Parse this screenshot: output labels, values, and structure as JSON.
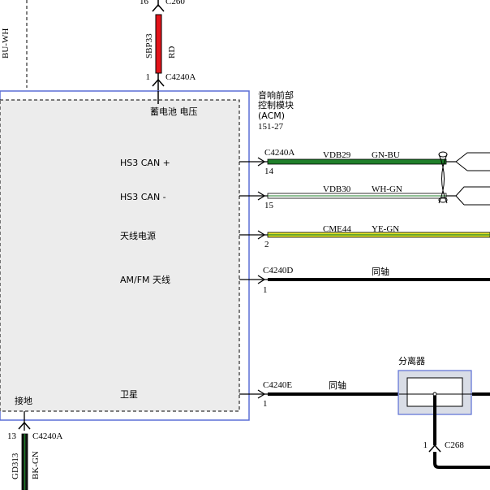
{
  "colors": {
    "module_border": "#5b6fd6",
    "splitter_fill": "#d9dde6",
    "wire_red": "#e3141a",
    "wire_green": "#1f7f2a",
    "wire_yellow_green": "#e6e62a"
  },
  "top_wire": {
    "upper_pin": "16",
    "upper_connector": "C260",
    "circuit": "SBP33",
    "color": "RD",
    "left_edge_label": "BU-WH",
    "lower_pin": "1",
    "lower_connector": "C4240A"
  },
  "module": {
    "battery_label": "蓄电池 电压",
    "name_lines": [
      "音响前部",
      "控制模块",
      "(ACM)",
      "151-27"
    ],
    "ground_label": "接地"
  },
  "signals": [
    {
      "label": "HS3 CAN +",
      "connector": "C4240A",
      "pin": "14",
      "circuit": "VDB29",
      "color": "GN-BU"
    },
    {
      "label": "HS3 CAN -",
      "connector": "",
      "pin": "15",
      "circuit": "VDB30",
      "color": "WH-GN"
    },
    {
      "label": "天线电源",
      "connector": "",
      "pin": "2",
      "circuit": "CME44",
      "color": "YE-GN"
    },
    {
      "label": "AM/FM 天线",
      "connector": "C4240D",
      "pin": "1",
      "circuit": "同轴",
      "color": ""
    },
    {
      "label": "卫星",
      "connector": "C4240E",
      "pin": "1",
      "circuit": "同轴",
      "color": ""
    }
  ],
  "splitter": {
    "label": "分离器",
    "pin": "1",
    "connector": "C268"
  },
  "ground_wire": {
    "pin": "13",
    "connector": "C4240A",
    "circuit": "GD313",
    "color": "BK-GN"
  }
}
